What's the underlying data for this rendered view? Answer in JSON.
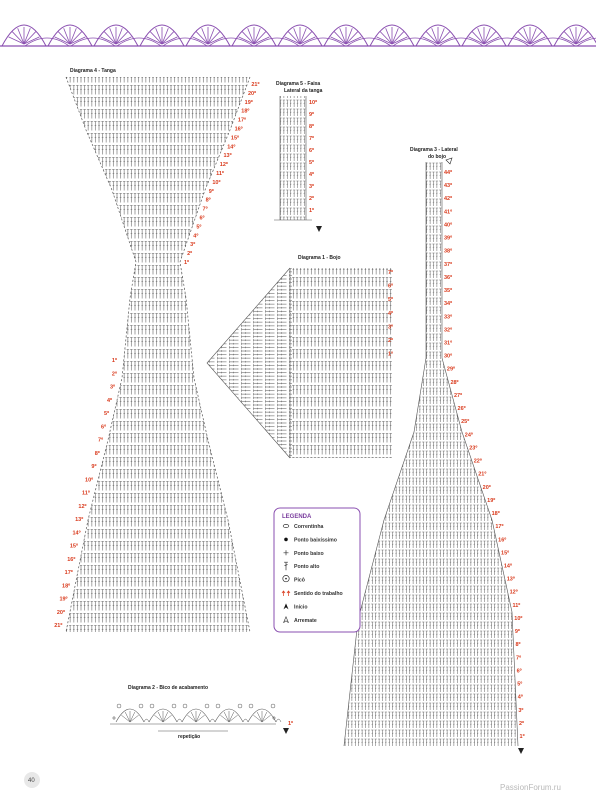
{
  "page": {
    "number": "40",
    "watermark": "PassionForum.ru"
  },
  "colors": {
    "border_purple": "#8a4fb0",
    "row_number_red": "#d93a1c",
    "stitch_gray": "#555555",
    "legend_border": "#8a4fb0"
  },
  "diagram4": {
    "title": "Diagrama 4 - Tanga",
    "rows_top": [
      "21º",
      "20º",
      "19º",
      "18º",
      "17º",
      "16º",
      "15º",
      "14º",
      "13º",
      "12º",
      "11º",
      "10º",
      "9º",
      "8º",
      "7º",
      "6º",
      "5º",
      "4º",
      "3º",
      "2º",
      "1º"
    ],
    "rows_bottom": [
      "1º",
      "2º",
      "3º",
      "4º",
      "5º",
      "6º",
      "7º",
      "8º",
      "9º",
      "10º",
      "11º",
      "12º",
      "13º",
      "14º",
      "15º",
      "16º",
      "17º",
      "18º",
      "19º",
      "20º",
      "21º"
    ]
  },
  "diagram5": {
    "title": "Diagrama 5 - Faixa",
    "subtitle": "Lateral da tanga",
    "rows": [
      "10º",
      "9º",
      "8º",
      "7º",
      "6º",
      "5º",
      "4º",
      "3º",
      "2º",
      "1º"
    ]
  },
  "diagram1": {
    "title": "Diagrama 1 - Bojo",
    "rows": [
      "7º",
      "6º",
      "5º",
      "4º",
      "3º",
      "2º",
      "1º"
    ]
  },
  "diagram3": {
    "title": "Diagrama 3 - Lateral",
    "subtitle": "do bojo",
    "rows": [
      "44º",
      "43º",
      "42º",
      "41º",
      "40º",
      "39º",
      "38º",
      "37º",
      "36º",
      "35º",
      "34º",
      "33º",
      "32º",
      "31º",
      "30º",
      "29º",
      "28º",
      "27º",
      "26º",
      "25º",
      "24º",
      "23º",
      "22º",
      "21º",
      "20º",
      "19º",
      "18º",
      "17º",
      "16º",
      "15º",
      "14º",
      "13º",
      "12º",
      "11º",
      "10º",
      "9º",
      "8º",
      "7º",
      "6º",
      "5º",
      "4º",
      "3º",
      "2º",
      "1º"
    ]
  },
  "diagram2": {
    "title": "Diagrama 2 - Bico de acabamento",
    "repeat_label": "repetição",
    "row": "1º"
  },
  "legend": {
    "title": "LEGENDA",
    "items": [
      {
        "icon": "chain-icon",
        "label": "Correntinha"
      },
      {
        "icon": "slip-stitch-icon",
        "label": "Ponto baixíssimo"
      },
      {
        "icon": "single-crochet-icon",
        "label": "Ponto baixo"
      },
      {
        "icon": "double-crochet-icon",
        "label": "Ponto alto"
      },
      {
        "icon": "picot-icon",
        "label": "Picô"
      },
      {
        "icon": "work-direction-icon",
        "label": "Sentido do trabalho"
      },
      {
        "icon": "start-icon",
        "label": "Início"
      },
      {
        "icon": "finish-icon",
        "label": "Arremate"
      }
    ]
  }
}
